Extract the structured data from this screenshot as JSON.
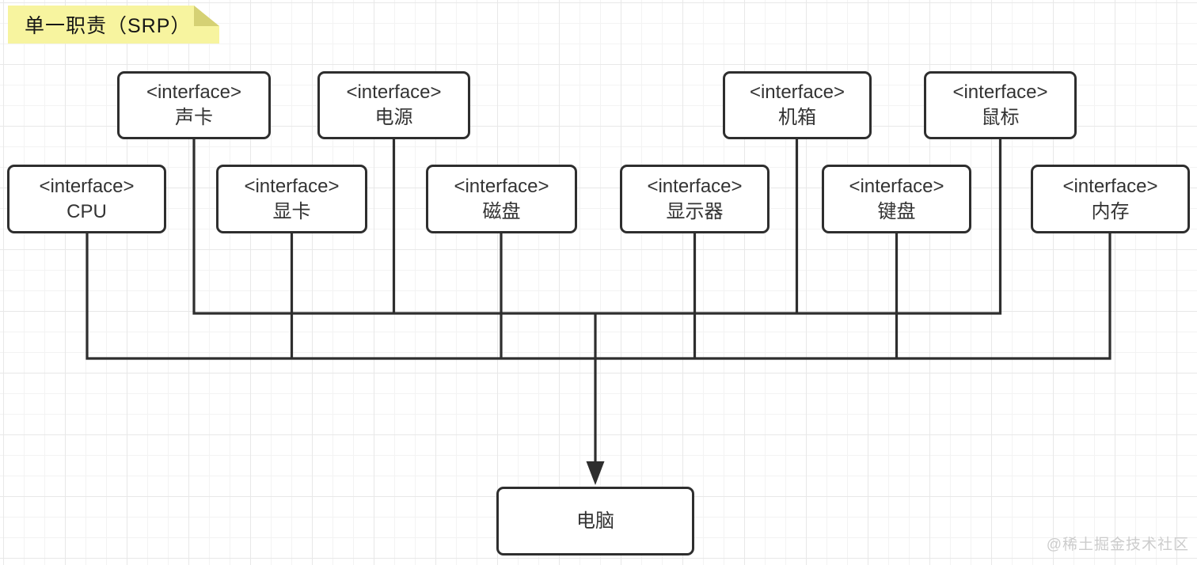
{
  "note": {
    "label": "单一职责（SRP）"
  },
  "diagram": {
    "stereotype": "<interface>",
    "nodes": [
      {
        "name": "声卡"
      },
      {
        "name": "电源"
      },
      {
        "name": "机箱"
      },
      {
        "name": "鼠标"
      },
      {
        "name": "CPU"
      },
      {
        "name": "显卡"
      },
      {
        "name": "磁盘"
      },
      {
        "name": "显示器"
      },
      {
        "name": "键盘"
      },
      {
        "name": "内存"
      }
    ],
    "target": {
      "name": "电脑"
    },
    "relations": {
      "from": [
        "声卡",
        "电源",
        "机箱",
        "鼠标",
        "CPU",
        "显卡",
        "磁盘",
        "显示器",
        "键盘",
        "内存"
      ],
      "to": "电脑",
      "style": "orthogonal bus lines merging into one downward arrow"
    }
  },
  "watermark": {
    "text": "@稀土掘金技术社区"
  },
  "colors": {
    "line": "#2e2e2e",
    "text": "#333333",
    "node-fill": "#ffffff",
    "note-fill": "#f7f49f",
    "note-fold": "#d5d174",
    "watermark": "#cccccc",
    "grid-minor": "#f3f3f3",
    "grid-major": "#e8e8e8"
  }
}
